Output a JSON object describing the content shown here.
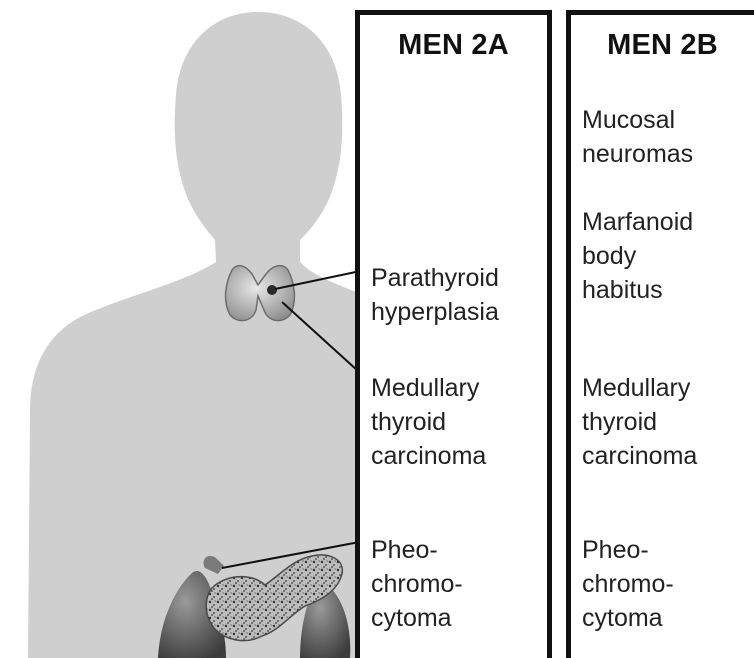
{
  "columns": [
    {
      "title": "MEN 2A",
      "entries": [
        "Parathyroid\nhyperplasia",
        "Medullary\nthyroid\ncarcinoma",
        "Pheo-\nchromo-\ncytoma"
      ]
    },
    {
      "title": "MEN 2B",
      "entries": [
        "Mucosal\nneuromas",
        "Marfanoid\nbody\nhabitus",
        "Medullary\nthyroid\ncarcinoma",
        "Pheo-\nchromo-\ncytoma"
      ]
    }
  ],
  "colors": {
    "silhouette": "#cfcfcf",
    "border": "#111111",
    "text": "#222222"
  }
}
